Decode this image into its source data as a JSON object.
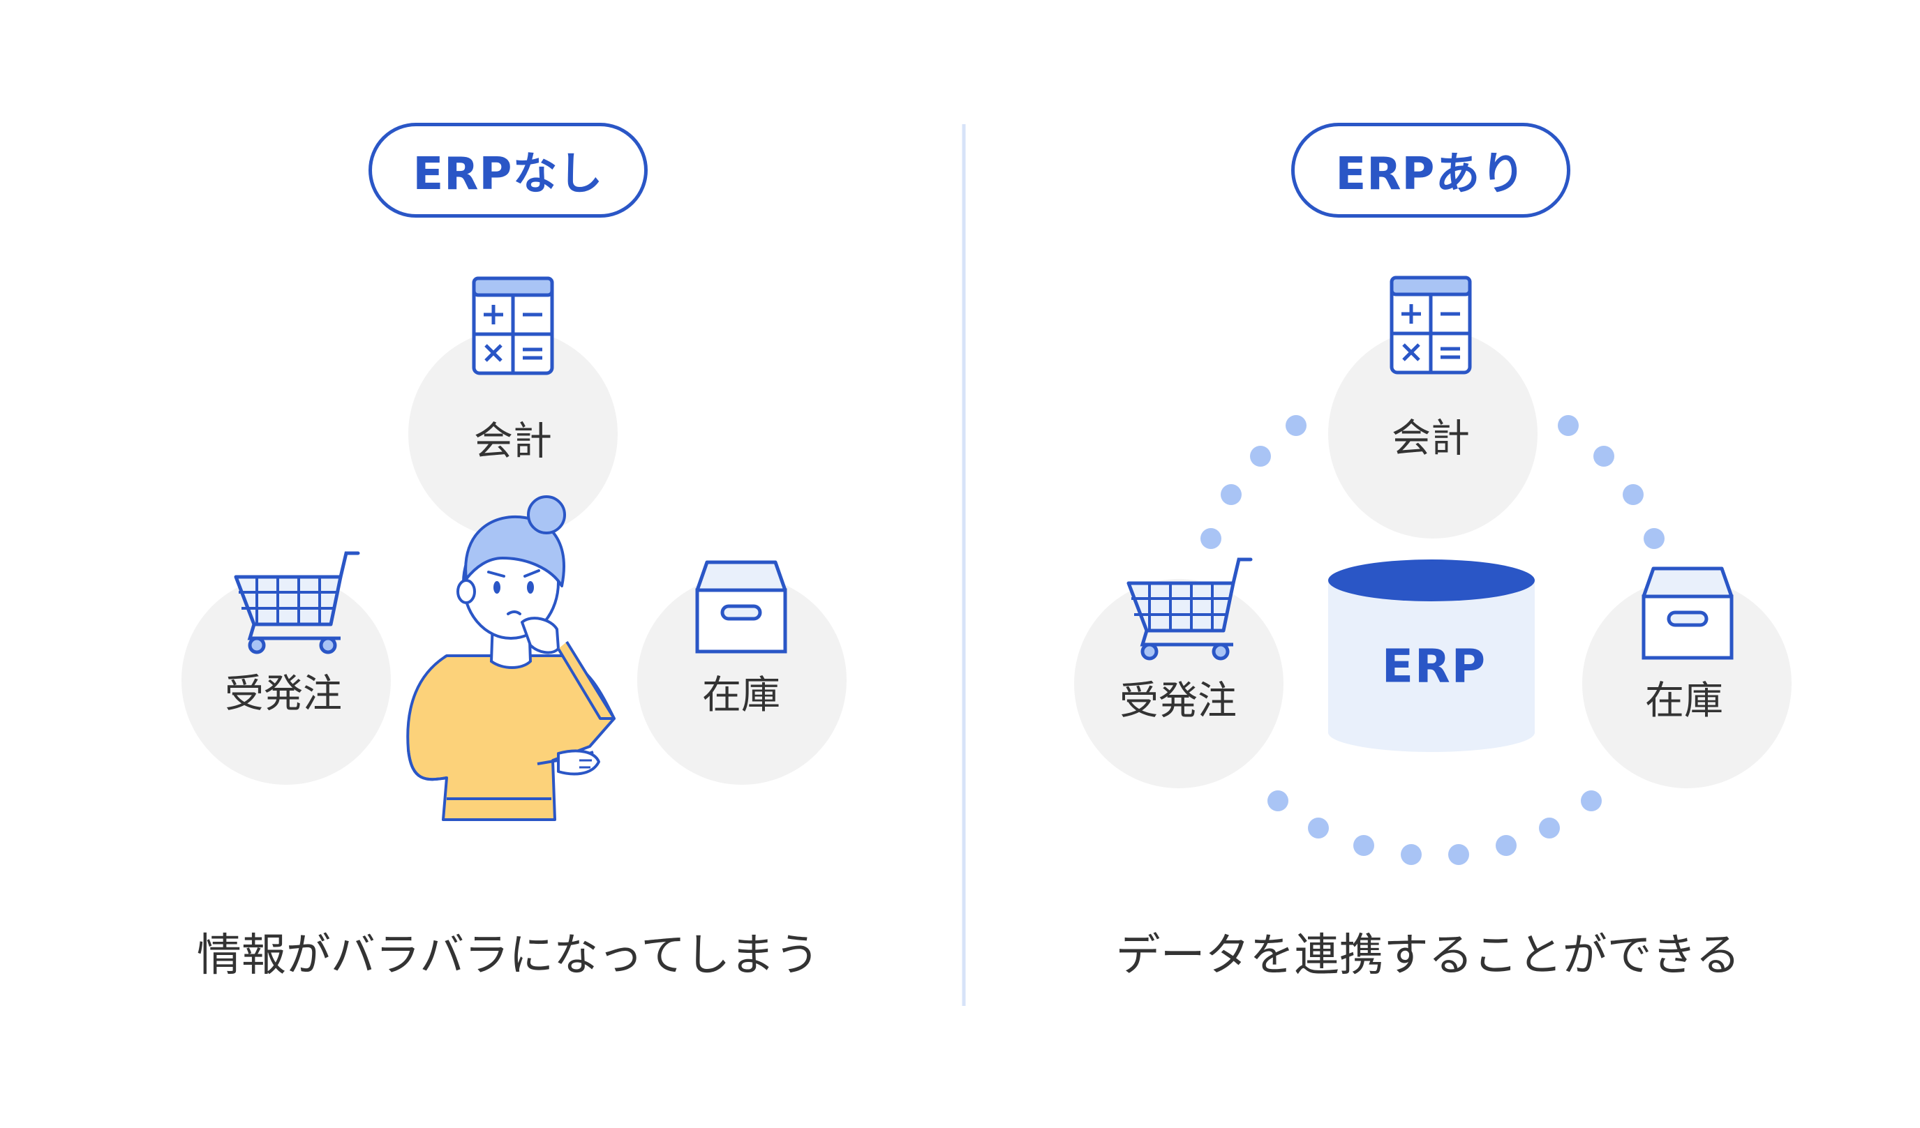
{
  "left": {
    "badge": "ERPなし",
    "nodes": {
      "accounting": "会計",
      "orders": "受発注",
      "inventory": "在庫"
    },
    "caption": "情報がバラバラになってしまう"
  },
  "right": {
    "badge": "ERPあり",
    "nodes": {
      "accounting": "会計",
      "orders": "受発注",
      "inventory": "在庫"
    },
    "center": "ERP",
    "caption": "データを連携することができる"
  },
  "colors": {
    "primary": "#2a56c6",
    "light_fill": "#e9f0fb",
    "circle_fill": "#f2f2f2",
    "dot": "#a9c4f5",
    "person_shirt": "#fcd27a",
    "person_hair": "#a9c4f5",
    "divider": "#d7e3f8"
  },
  "icons": [
    "calculator-icon",
    "shopping-cart-icon",
    "box-icon"
  ]
}
